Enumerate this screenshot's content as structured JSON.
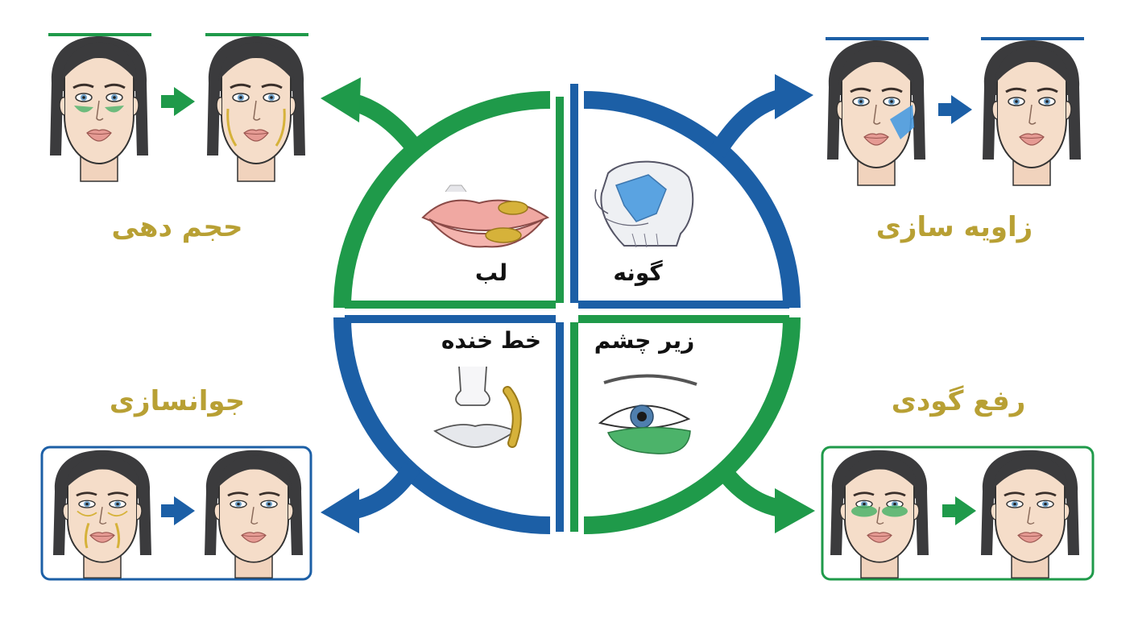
{
  "colors": {
    "green": "#1f9a4a",
    "blue": "#1c5fa6",
    "gold": "#b8a034",
    "skin": "#f5ddc9",
    "hair": "#3b3b3d",
    "filler_blue": "#4a9be0",
    "filler_green": "#4cb36a",
    "filler_gold": "#d6b23a",
    "lip": "#e59a93"
  },
  "quadrants": {
    "top_left": {
      "label": "لب",
      "icon": "lips-icon"
    },
    "top_right": {
      "label": "گونه",
      "icon": "cheek-skull-icon"
    },
    "bottom_left": {
      "label": "خط خنده",
      "icon": "smile-line-icon"
    },
    "bottom_right": {
      "label": "زیر چشم",
      "icon": "under-eye-icon"
    }
  },
  "outcomes": {
    "top_left": {
      "title": "حجم دهی"
    },
    "top_right": {
      "title": "زاویه سازی"
    },
    "bottom_left": {
      "title": "جوانسازی"
    },
    "bottom_right": {
      "title": "رفع گودی"
    }
  }
}
